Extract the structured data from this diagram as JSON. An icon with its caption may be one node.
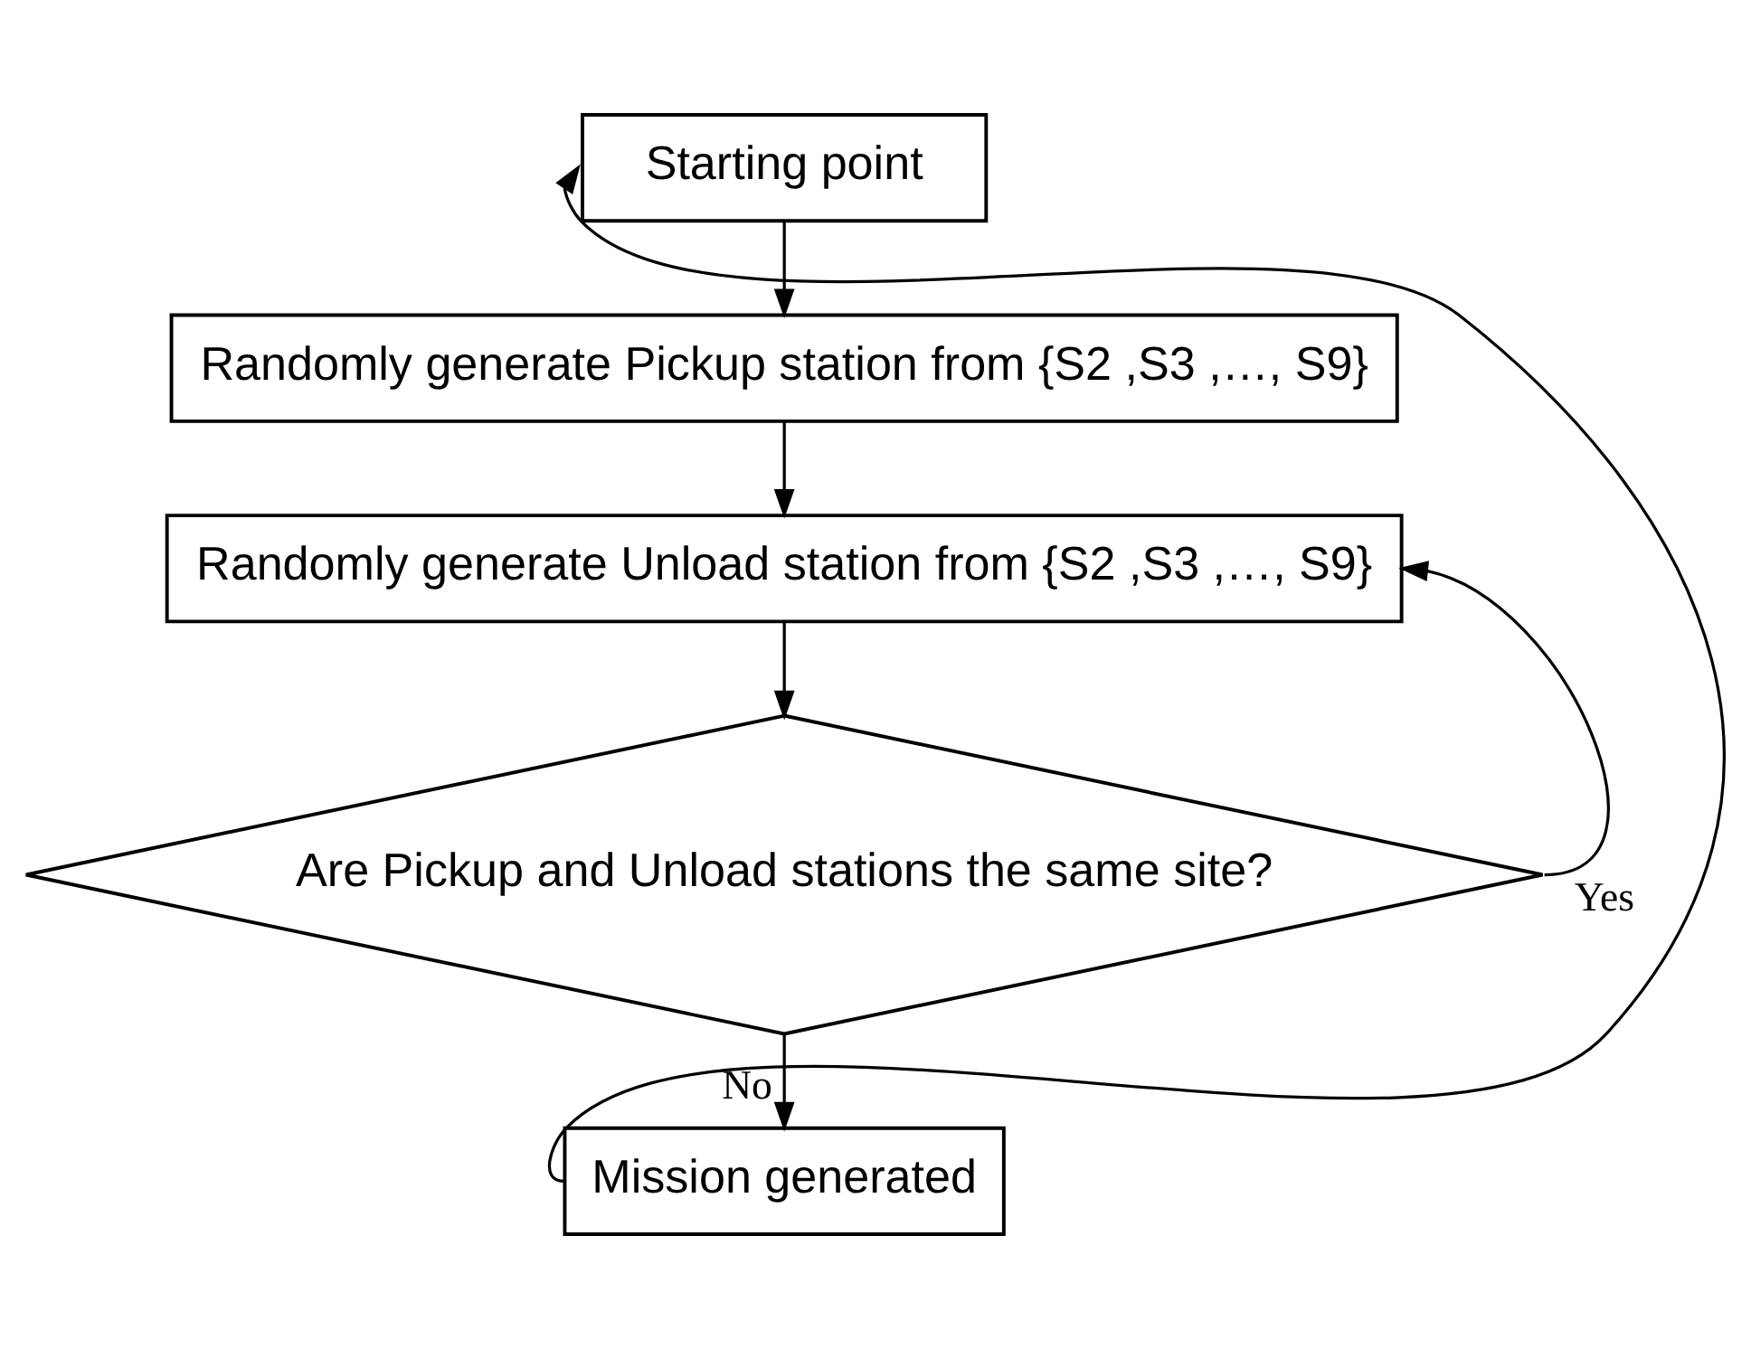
{
  "diagram": {
    "nodes": [
      {
        "text": [
          "Starting point"
        ]
      },
      {
        "text": [
          "Randomly generate Pickup station from {S2 ,S3 ,…, S9}"
        ]
      },
      {
        "text": [
          "Randomly generate Unload station from {S2 ,S3 ,…, S9}"
        ]
      },
      {
        "text": [
          "Are Pickup and Unload stations the same site?"
        ]
      },
      {
        "text": [
          "Mission generated"
        ]
      }
    ],
    "edges": [
      {
        "from": 0,
        "to": 1,
        "arrow": "to"
      },
      {
        "from": 1,
        "to": 2,
        "arrow": "to"
      },
      {
        "from": 2,
        "to": 3,
        "arrow": "to"
      },
      {
        "from": 3,
        "to": 2,
        "arrow": "to",
        "label": "Yes"
      },
      {
        "from": 3,
        "to": 4,
        "arrow": "to",
        "label": "No"
      },
      {
        "from": 4,
        "to": 0,
        "arrow": "to"
      }
    ]
  }
}
